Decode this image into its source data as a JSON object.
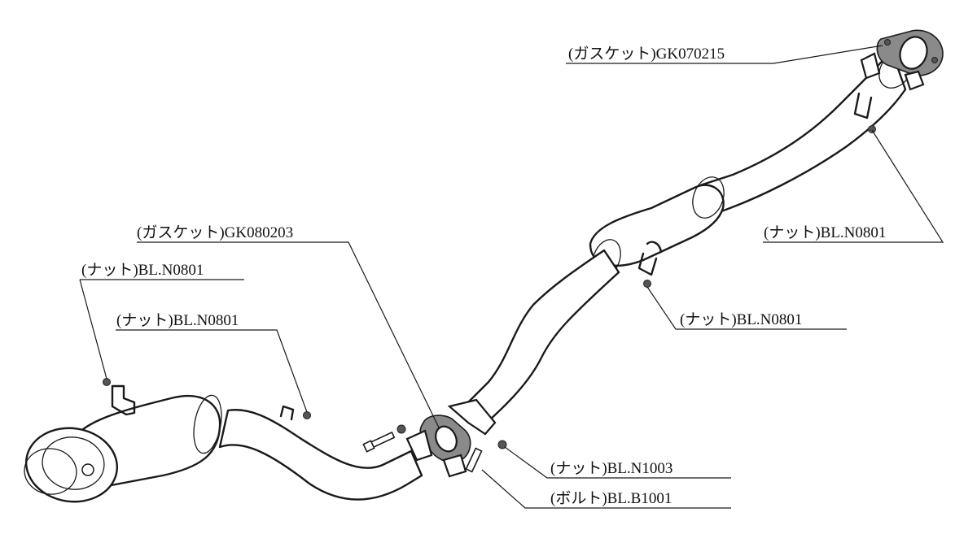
{
  "colors": {
    "line": "#1a1a1a",
    "gasket": "#8a8a8a",
    "nut": "#555555",
    "background": "#ffffff"
  },
  "labels": {
    "gasket_top": "(ガスケット)GK070215",
    "nut_top_right": "(ナット)BL.N0801",
    "gasket_mid": "(ガスケット)GK080203",
    "nut_left_1": "(ナット)BL.N0801",
    "nut_left_2": "(ナット)BL.N0801",
    "nut_center": "(ナット)BL.N0801",
    "nut_flange": "(ナット)BL.N1003",
    "bolt_flange": "(ボルト)BL.B1001"
  }
}
